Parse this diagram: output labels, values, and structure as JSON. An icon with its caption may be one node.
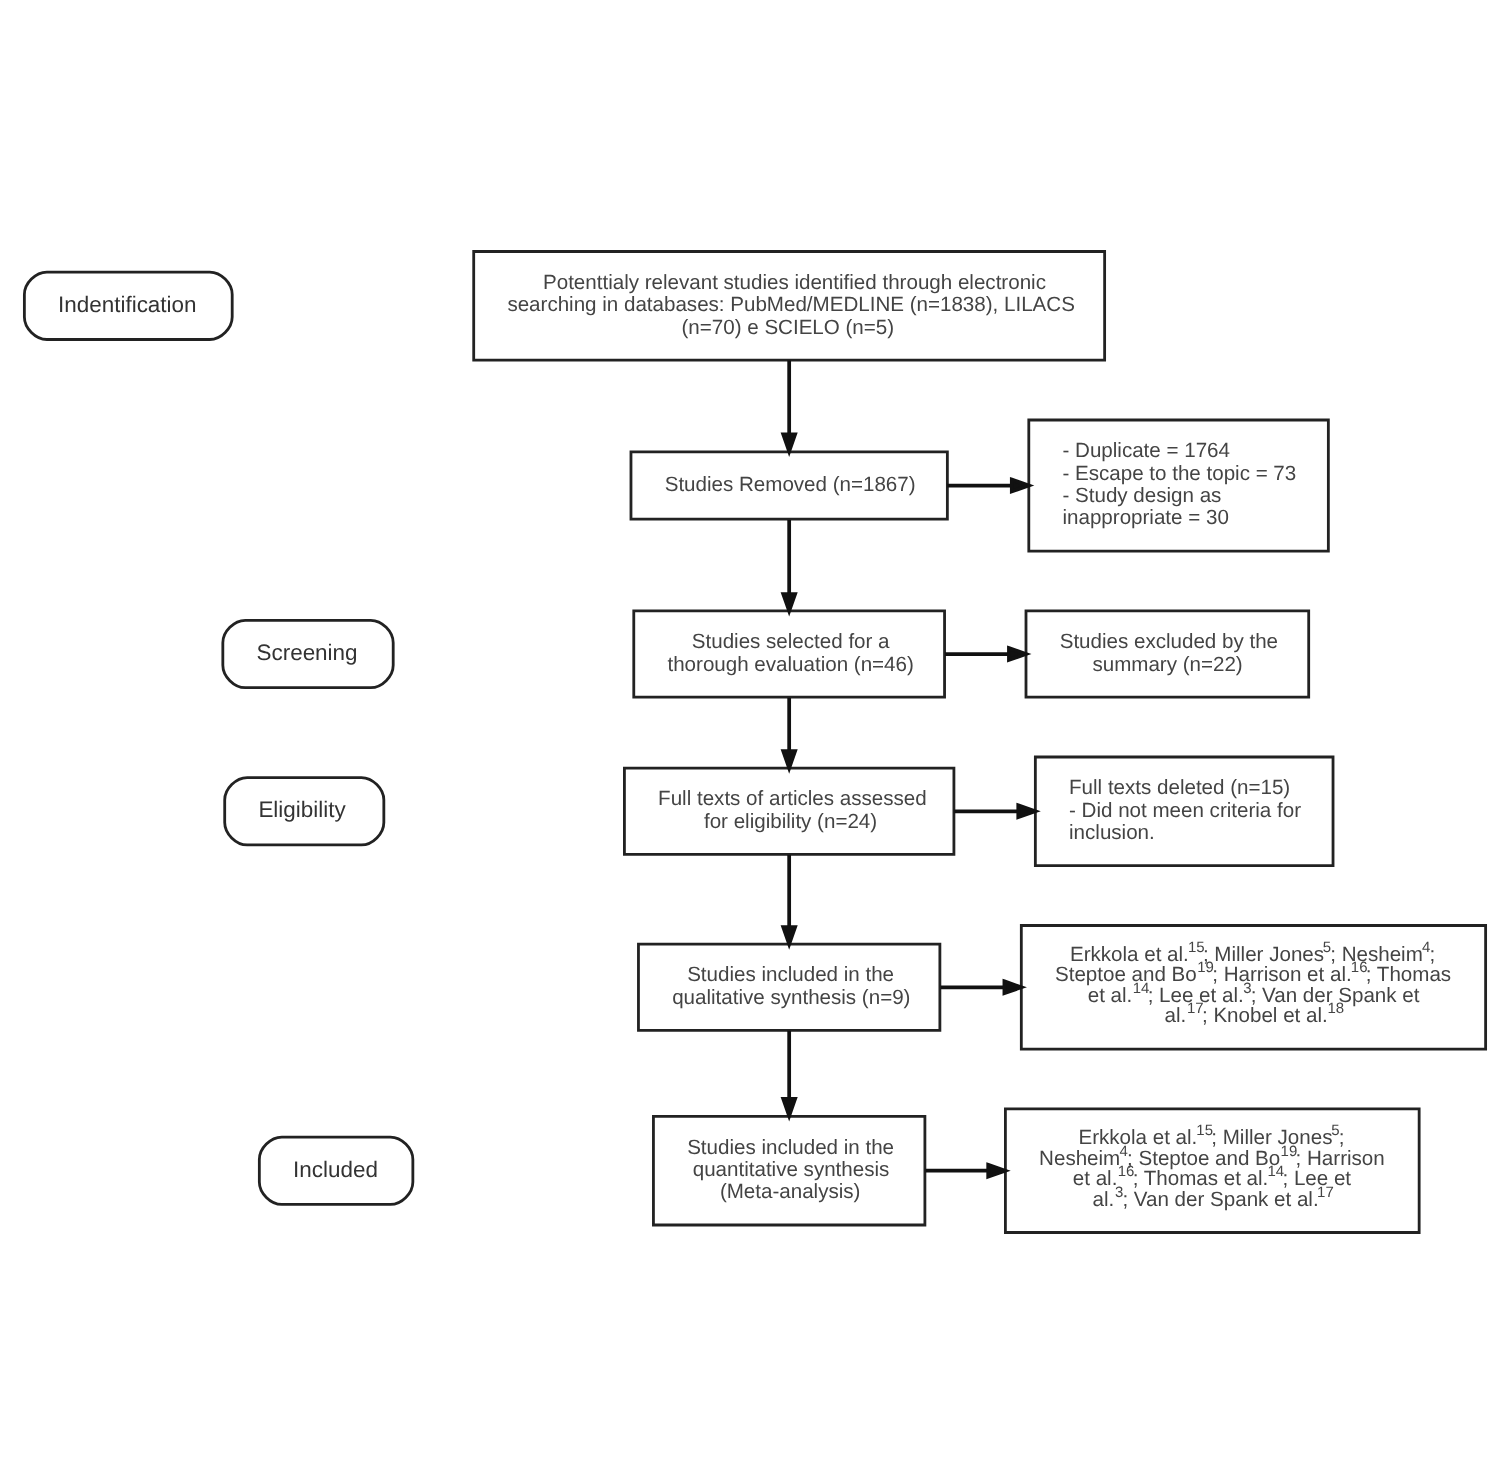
{
  "diagram": {
    "nodes": [
      {
        "text": [
          "Indentification"
        ]
      },
      {
        "text": [
          "Potenttialy relevant studies identified through electronic searching in databases: PubMed/MEDLINE (n=1838), LILACS (n=70) e SCIELO (n=5)"
        ]
      },
      {
        "text": [
          "Studies Removed (n=1867)"
        ]
      },
      {
        "text": [
          "- Duplicate = 1764",
          "- Escape to the topic = 73",
          "- Study design as inappropriate = 30"
        ]
      },
      {
        "text": [
          "Screening"
        ]
      },
      {
        "text": [
          "Studies selected for a thorough evaluation (n=46)"
        ]
      },
      {
        "text": [
          "Studies excluded by the summary (n=22)"
        ]
      },
      {
        "text": [
          "Eligibility"
        ]
      },
      {
        "text": [
          "Full texts of articles assessed for eligibility (n=24)"
        ]
      },
      {
        "text": [
          "Full texts deleted (n=15)",
          "- Did not meen criteria for inclusion."
        ]
      },
      {
        "text": [
          "Studies included in the qualitative synthesis (n=9)"
        ]
      },
      {
        "text": [
          "Erkkola et al.$^{15}$; Miller Jones$^{5}$; Nesheim$^{4}$; Steptoe and Bo$^{19}$; Harrison et al.$^{16}$; Thomas et al.$^{14}$; Lee et al.$^{3}$; Van der Spank et al.$^{17}$; Knobel et al.$^{18}$"
        ]
      },
      {
        "text": [
          "Included"
        ]
      },
      {
        "text": [
          "Studies included in the quantitative synthesis (Meta-analysis)"
        ]
      },
      {
        "text": [
          "Erkkola et al.$^{15}$; Miller Jones$^{5}$; Nesheim$^{4}$; Steptoe and Bo$^{19}$; Harrison et al.$^{16}$; Thomas et al.$^{14}$; Lee et al.$^{3}$; Van der Spank et al.$^{17}$"
        ]
      }
    ],
    "edges": [
      {
        "from": 1,
        "to": 2,
        "arrow": "to"
      },
      {
        "from": 2,
        "to": 3,
        "arrow": "to"
      },
      {
        "from": 2,
        "to": 5,
        "arrow": "to"
      },
      {
        "from": 5,
        "to": 6,
        "arrow": "to"
      },
      {
        "from": 5,
        "to": 8,
        "arrow": "to"
      },
      {
        "from": 8,
        "to": 9,
        "arrow": "to"
      },
      {
        "from": 8,
        "to": 10,
        "arrow": "to"
      },
      {
        "from": 10,
        "to": 11,
        "arrow": "to"
      },
      {
        "from": 10,
        "to": 13,
        "arrow": "to"
      },
      {
        "from": 13,
        "to": 14,
        "arrow": "to"
      }
    ]
  }
}
